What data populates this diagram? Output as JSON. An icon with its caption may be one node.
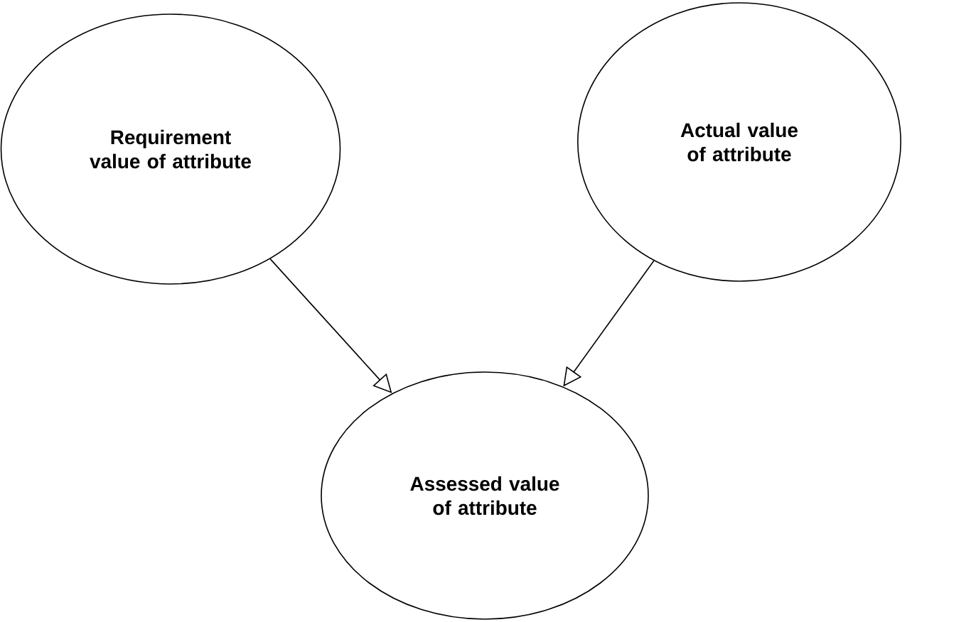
{
  "diagram": {
    "nodes": [
      {
        "text": [
          "Requirement value of attribute"
        ]
      },
      {
        "text": [
          "Actual value of attribute"
        ]
      },
      {
        "text": [
          "Assessed value of attribute"
        ]
      }
    ],
    "edges": [
      {
        "from": 0,
        "to": 2,
        "arrow": "to"
      },
      {
        "from": 1,
        "to": 2,
        "arrow": "to"
      }
    ]
  }
}
